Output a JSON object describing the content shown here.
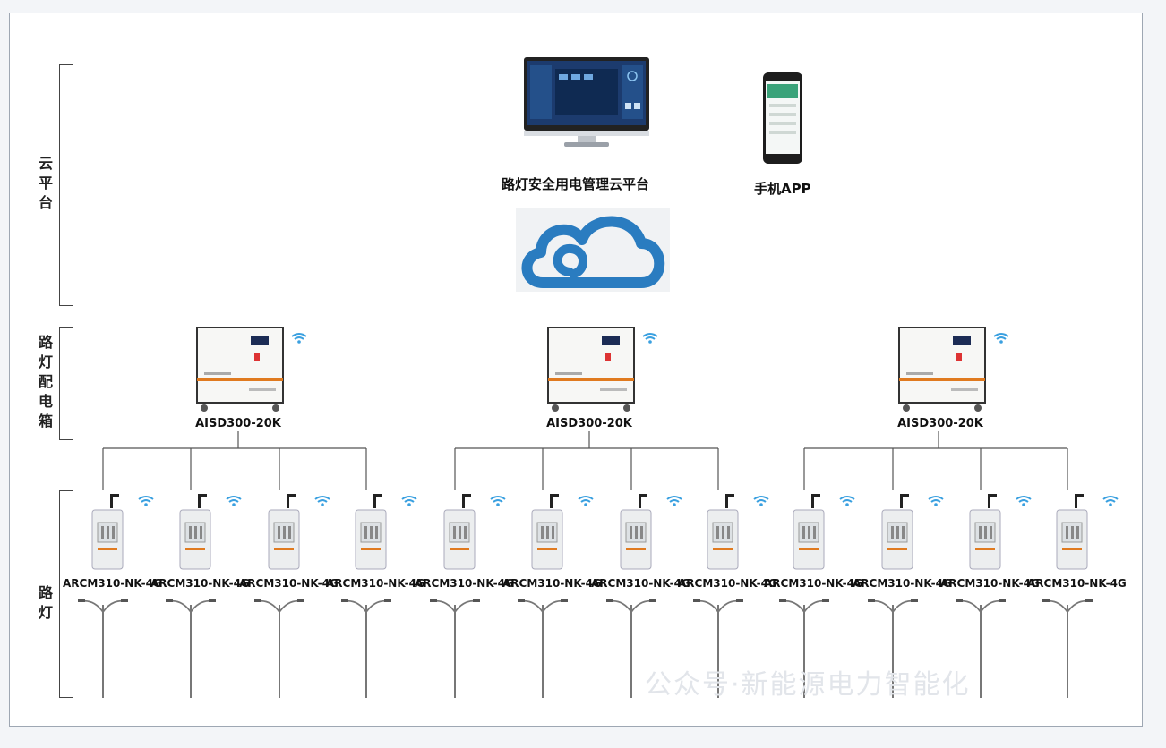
{
  "zones": {
    "cloud": [
      "云",
      "平",
      "台"
    ],
    "box": [
      "路",
      "灯",
      "配",
      "电",
      "箱"
    ],
    "lamp": [
      "路",
      "灯"
    ]
  },
  "platform_label": "路灯安全用电管理云平台",
  "app_label": "手机APP",
  "distribution_boxes": [
    {
      "label": "AISD300-20K"
    },
    {
      "label": "AISD300-20K"
    },
    {
      "label": "AISD300-20K"
    }
  ],
  "meters": [
    {
      "label": "ARCM310-NK-4G"
    },
    {
      "label": "ARCM310-NK-4G"
    },
    {
      "label": "ARCM310-NK-4G"
    },
    {
      "label": "ARCM310-NK-4G"
    },
    {
      "label": "ARCM310-NK-4G"
    },
    {
      "label": "ARCM310-NK-4G"
    },
    {
      "label": "ARCM310-NK-4G"
    },
    {
      "label": "ARCM310-NK-4G"
    },
    {
      "label": "ARCM310-NK-4G"
    },
    {
      "label": "ARCM310-NK-4G"
    },
    {
      "label": "ARCM310-NK-4G"
    },
    {
      "label": "ARCM310-NK-4G"
    }
  ],
  "colors": {
    "cloud": "#2a7cc0",
    "wifi": "#3aa0e0",
    "accent_orange": "#e07a1f",
    "screen": "#1c3b6e"
  }
}
